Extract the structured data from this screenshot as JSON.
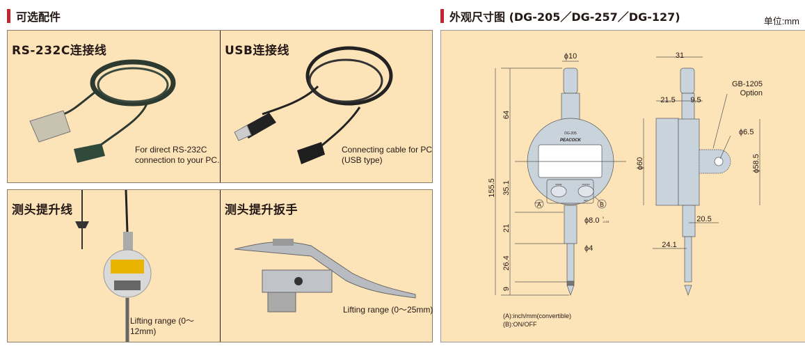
{
  "accessories": {
    "heading": "可选配件",
    "items": [
      {
        "title": "RS-232C连接线",
        "caption": [
          "For direct RS-232C",
          "connection to your PC."
        ]
      },
      {
        "title": "USB连接线",
        "caption": [
          "Connecting cable for PC",
          "(USB type)"
        ]
      },
      {
        "title": "测头提升线",
        "caption": [
          "Lifting range (0～12mm)"
        ]
      },
      {
        "title": "测头提升扳手",
        "caption": [
          "Lifting range (0～25mm)"
        ]
      }
    ]
  },
  "dimensions": {
    "heading": "外观尺寸图 (DG-205／DG-257／DG-127)",
    "unit": "单位:mm",
    "front": {
      "d_top": "ϕ10",
      "total": "155.5",
      "h1": "64",
      "h2": "35.1",
      "h3": "21",
      "h4": "26.4",
      "h5": "9",
      "d_stem": "ϕ8.0",
      "tol_upper": "0",
      "tol_lower": "-0.03",
      "d_probe": "ϕ4",
      "model": "DG-205",
      "brand": "PEACOCK",
      "btn_a": "A",
      "btn_b": "B",
      "btn_mode": "MODE",
      "btn_onoff": "ON/OFF",
      "btn_set": "SET"
    },
    "side": {
      "width": "31",
      "w1": "21.5",
      "w2": "9.5",
      "d_body": "ϕ60",
      "d_back": "ϕ58.5",
      "d_hole": "ϕ6.5",
      "lug_offset": "20.5",
      "probe_offset": "24.1",
      "option_model": "GB-1205",
      "option_label": "Option"
    },
    "notes": [
      "(A):inch/mm(convertible)",
      "(B):ON/OFF"
    ]
  },
  "colors": {
    "panel": "#fde3b8",
    "accent": "#c1272d",
    "metal": "#c9d3dc"
  }
}
